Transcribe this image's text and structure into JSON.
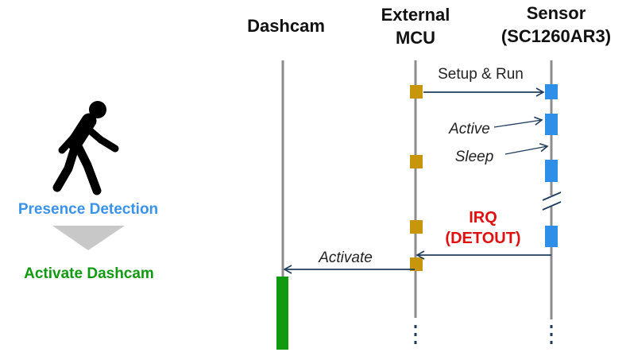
{
  "lanes": {
    "dashcam": "Dashcam",
    "mcu_line1": "External",
    "mcu_line2": "MCU",
    "sensor_line1": "Sensor",
    "sensor_line2": "(SC1260AR3)"
  },
  "messages": {
    "setup_run": "Setup & Run",
    "active": "Active",
    "sleep": "Sleep",
    "irq_line1": "IRQ",
    "irq_line2": "(DETOUT)",
    "activate": "Activate"
  },
  "left_panel": {
    "presence": "Presence Detection",
    "activate_dashcam": "Activate Dashcam"
  },
  "colors": {
    "lifeline": "#8c8c8c",
    "mcu_block": "#c8960c",
    "sensor_block": "#2f8fe8",
    "dashcam_active": "#109a10",
    "arrow": "#1f3c5e",
    "irq_text": "#e01010",
    "presence_text": "#3a93ea",
    "activate_text": "#109a10",
    "funnel": "#c8c8c8",
    "person": "#000000"
  },
  "icons": {
    "walking_person": "walking-person-icon",
    "down_triangle": "down-triangle-icon"
  }
}
